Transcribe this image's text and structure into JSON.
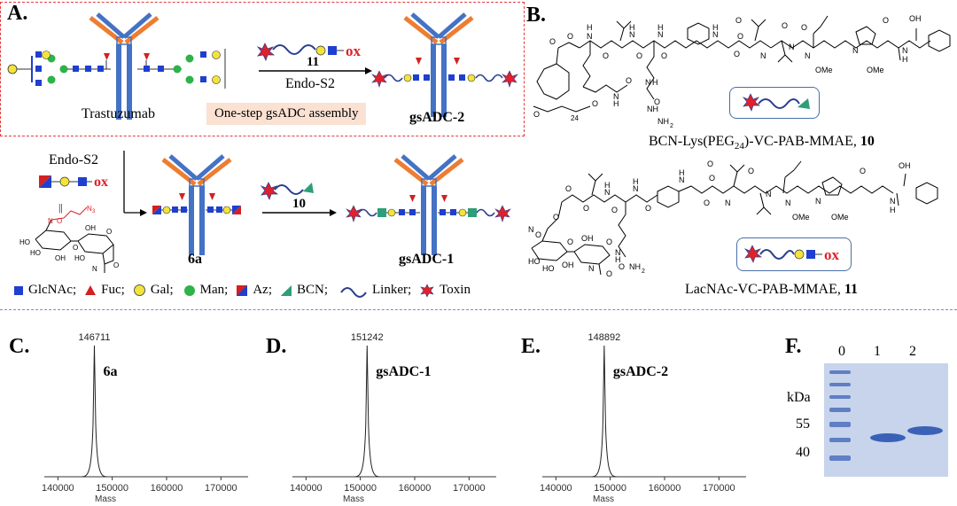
{
  "panels": {
    "A": "A.",
    "B": "B.",
    "C": "C.",
    "D": "D.",
    "E": "E.",
    "F": "F."
  },
  "panelA": {
    "antibody_name": "Trastuzumab",
    "reagent_number": "11",
    "enzyme": "Endo-S2",
    "caption": "One-step gsADC assembly",
    "product": "gsADC-2"
  },
  "panelA_lower": {
    "enzyme": "Endo-S2",
    "ox": "ox",
    "equals": "||",
    "n3": "N",
    "n3_sub": "3",
    "intermediate": "6a",
    "reagent_number": "10",
    "product": "gsADC-1"
  },
  "legend": [
    {
      "label": "GlcNAc;",
      "icon": "blue-square"
    },
    {
      "label": "Fuc;",
      "icon": "red-triangle"
    },
    {
      "label": "Gal;",
      "icon": "yellow-circle"
    },
    {
      "label": "Man;",
      "icon": "green-circle"
    },
    {
      "label": "Az;",
      "icon": "red-blue-flag"
    },
    {
      "label": "BCN;",
      "icon": "teal-flag"
    },
    {
      "label": "Linker;",
      "icon": "wave"
    },
    {
      "label": "Toxin",
      "icon": "star"
    }
  ],
  "panelB": {
    "compound10_pre": "BCN-Lys(PEG",
    "compound10_sub": "24",
    "compound10_post": ")-VC-PAB-MMAE, ",
    "compound10_num": "10",
    "compound11_name": "LacNAc-VC-PAB-MMAE, ",
    "compound11_num": "11",
    "ox": "ox",
    "atoms": {
      "O": "O",
      "H": "H",
      "N": "N",
      "OH": "OH",
      "OMe": "OMe",
      "NH": "NH",
      "NH2": "NH",
      "two": "2",
      "peg24": "24",
      "me_o": "O"
    }
  },
  "spectra": [
    {
      "panel": "C.",
      "peak_label": "146711",
      "name": "6a",
      "xlabel": "Mass",
      "ticks": [
        "140000",
        "150000",
        "160000",
        "170000"
      ],
      "peak": 146711
    },
    {
      "panel": "D.",
      "peak_label": "151242",
      "name": "gsADC-1",
      "xlabel": "Mass",
      "ticks": [
        "140000",
        "150000",
        "160000",
        "170000"
      ],
      "peak": 151242
    },
    {
      "panel": "E.",
      "peak_label": "148892",
      "name": "gsADC-2",
      "xlabel": "Mass",
      "ticks": [
        "140000",
        "150000",
        "160000",
        "170000"
      ],
      "peak": 148892
    }
  ],
  "gel": {
    "lanes": [
      "0",
      "1",
      "2"
    ],
    "unit": "kDa",
    "markers": [
      "55",
      "40"
    ]
  },
  "colors": {
    "heavy": "#4472c4",
    "light": "#ed7d31",
    "glcnac": "#1f3fcf",
    "fuc": "#d42020",
    "gal": "#f3e43a",
    "man": "#2cb34a",
    "bcn": "#2e9e78",
    "linker": "#2a3f8f",
    "toxin": "#e0202a",
    "gel_bg": "#c7d4ec",
    "gel_band": "#3b61b7"
  }
}
